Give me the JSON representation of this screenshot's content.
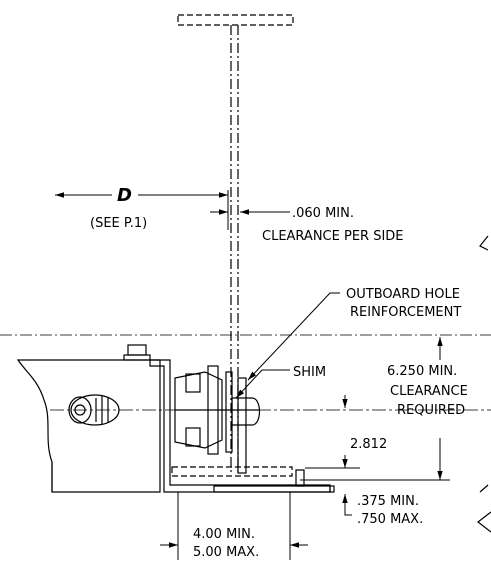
{
  "labels": {
    "d": "D",
    "see_p1": "(SEE P.1)",
    "clearance_060": ".060 MIN.",
    "clearance_per_side": "CLEARANCE PER SIDE",
    "outboard_hole": "OUTBOARD HOLE",
    "reinforcement": "REINFORCEMENT",
    "shim": "SHIM",
    "min_6250": "6.250 MIN.",
    "clearance": "CLEARANCE",
    "required": "REQUIRED",
    "dim_2812": "2.812",
    "min_375": ".375 MIN.",
    "max_750": ".750 MAX.",
    "min_400": "4.00 MIN.",
    "max_500": "5.00 MAX."
  }
}
